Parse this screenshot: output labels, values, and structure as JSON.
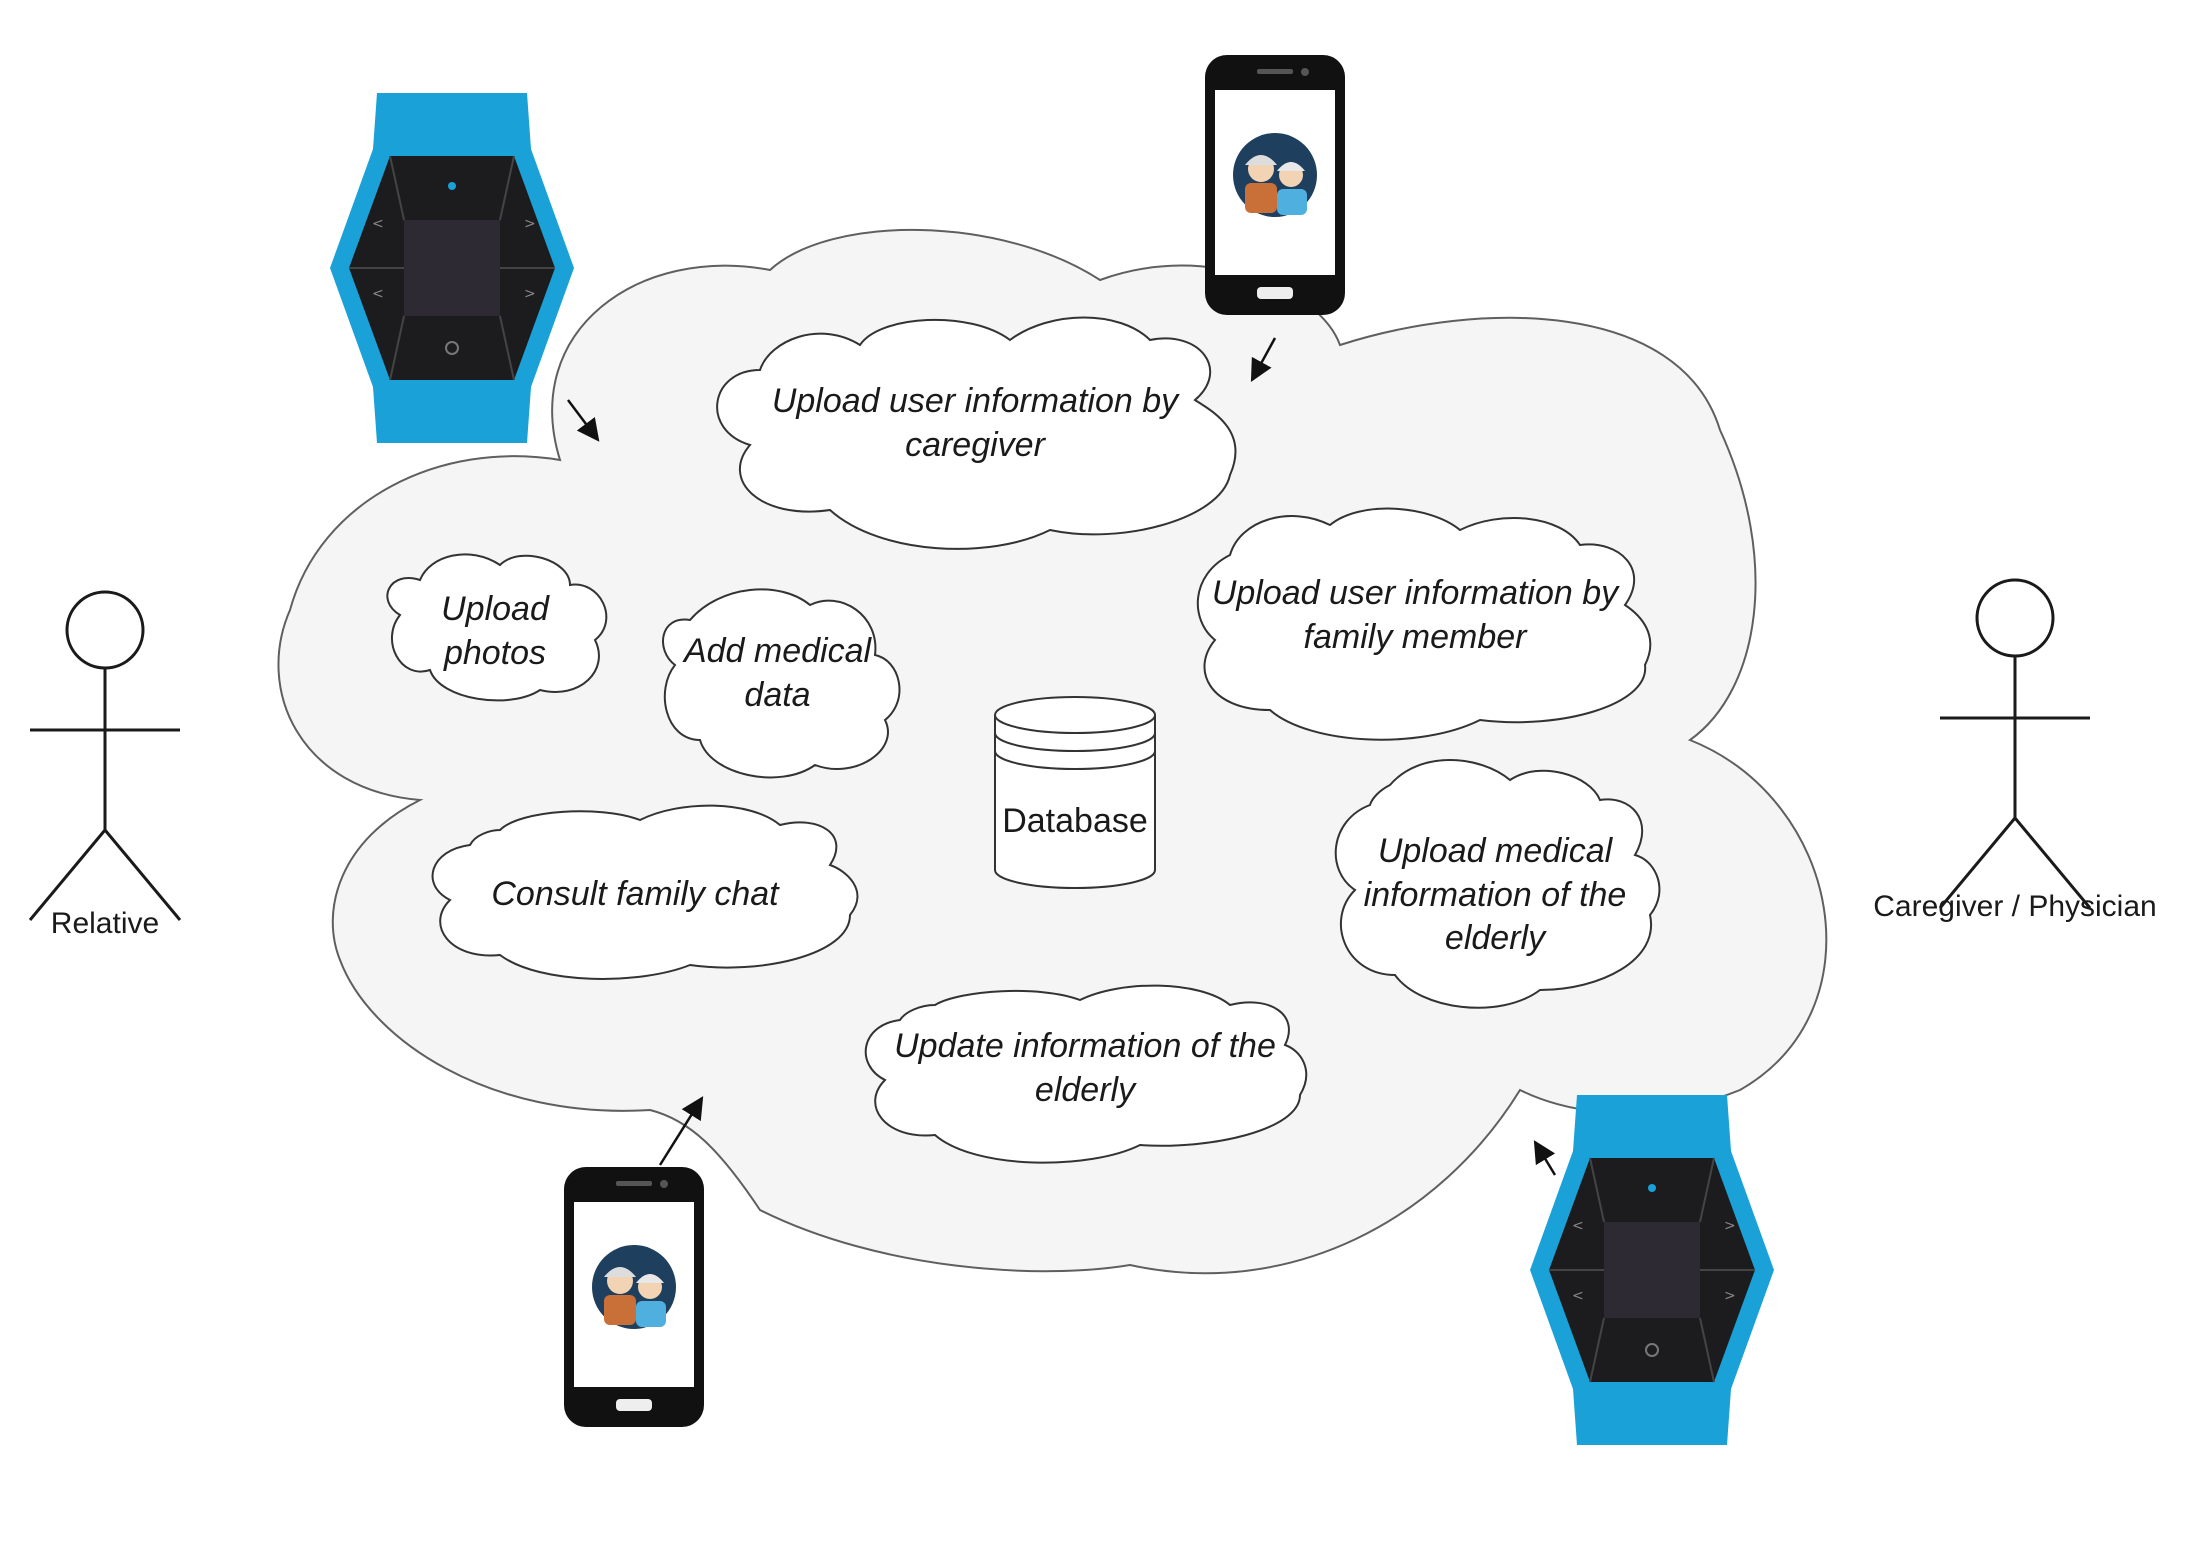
{
  "actors": {
    "relative": "Relative",
    "caregiver": "Caregiver / Physician"
  },
  "database": {
    "label": "Database"
  },
  "bubbles": {
    "upload_caregiver": [
      "Upload user information by",
      "caregiver"
    ],
    "upload_photos": [
      "Upload",
      "photos"
    ],
    "add_medical": [
      "Add medical",
      "data"
    ],
    "upload_family": [
      "Upload user information by",
      "family member"
    ],
    "consult_chat": [
      "Consult family chat"
    ],
    "upload_medical": [
      "Upload medical",
      "information of the",
      "elderly"
    ],
    "update_info": [
      "Update information of the",
      "elderly"
    ]
  },
  "colors": {
    "cloud_fill": "#f5f5f5",
    "outline": "#5f5f5f",
    "watch_band": "#1aa1d8",
    "watch_face": "#1c1c1e",
    "phone_body": "#111111",
    "avatar_bg": "#1f3f5f"
  }
}
